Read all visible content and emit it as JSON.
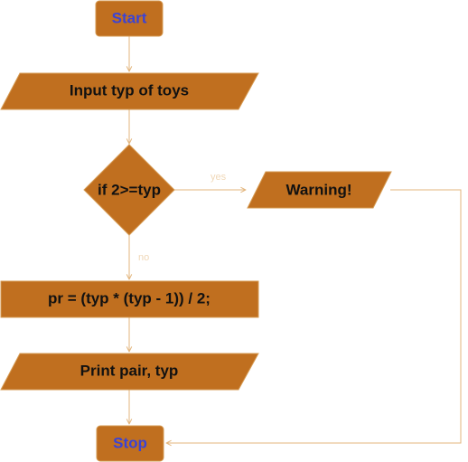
{
  "colors": {
    "shape_fill": "#c06f1f",
    "shape_stroke": "#d59a52",
    "edge": "#e3b57c",
    "terminal_text": "#3a43d6",
    "node_text": "#111111"
  },
  "nodes": {
    "start": {
      "label": "Start",
      "shape": "terminal"
    },
    "input": {
      "label": "Input typ of toys",
      "shape": "parallelogram"
    },
    "decision": {
      "label": "if 2>=typ",
      "shape": "diamond"
    },
    "warning": {
      "label": "Warning!",
      "shape": "parallelogram"
    },
    "process": {
      "label": "pr = (typ * (typ - 1)) / 2;",
      "shape": "rectangle"
    },
    "output": {
      "label": "Print pair, typ",
      "shape": "parallelogram"
    },
    "stop": {
      "label": "Stop",
      "shape": "terminal"
    }
  },
  "edges": {
    "yes_label": "yes",
    "no_label": "no"
  }
}
